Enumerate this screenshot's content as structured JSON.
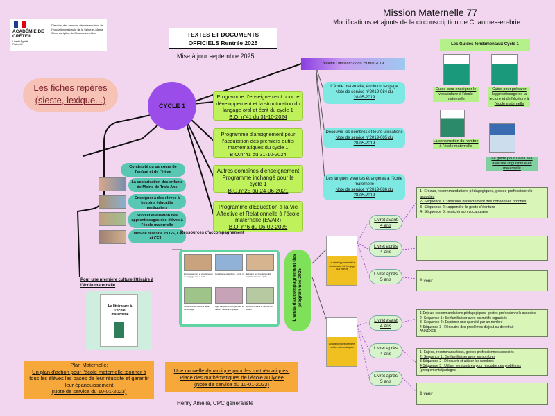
{
  "header": {
    "title": "Mission Maternelle 77",
    "subtitle": "Modifications et ajouts de la circonscription de Chaumes-en-brie"
  },
  "logo": {
    "academie": "ACADÉMIE DE CRÉTEIL",
    "motto": "Liberté Égalité Fraternité",
    "org": "Direction des services départementaux de l'éducation nationale de la Seine-et-Marne Circonscription de Chaumes-en-Brie"
  },
  "docs_title": {
    "line1": "TEXTES ET DOCUMENTS",
    "line2": "OFFICIELS  Rentrée 2025"
  },
  "update_note": "Mise à jour septembre 2025",
  "fiches": {
    "line1": "Les fiches repères",
    "line2": "(sieste, lexique...)"
  },
  "cycle": "CYCLE 1",
  "bulletin": "Bulletin Officiel n°22 du 29 mai 2019",
  "green_boxes": [
    {
      "lines": [
        "Programme d'enseignement pour le",
        "développement et la structuration du",
        "langage oral et écrit du cycle 1",
        "B.O. n°41 du 31-10-2024"
      ]
    },
    {
      "lines": [
        "Programme d'ansignement pour",
        "l'acquisition des premiers outils",
        "mathématiques du cycle 1",
        "B.O.n°41 du 31-10-2024"
      ]
    },
    {
      "lines": [
        "Autres domaines d'enseignement",
        "Programme inchangé pour le cycle 1",
        "B.O.n°25 du 24-06-2021"
      ]
    },
    {
      "lines": [
        "Programme d'Éducation à la Vie",
        "Affective et Relationnelle à l'école",
        "maternelle (EVAR)",
        "B.O. n°6 du 06-02-2025"
      ]
    }
  ],
  "cyan_boxes": [
    {
      "lines": [
        "L'école maternelle, école du langage",
        "Note de service n°2019-084 du",
        "28-05-2019"
      ]
    },
    {
      "lines": [
        "Découvrir les nombres et leurs utilisations",
        "Note de service n°2019-085 du",
        "28-05-2019"
      ]
    },
    {
      "lines": [
        "Les langues vivantes étrangères à l'école",
        "maternelle",
        "Note de service n°2019-086 du",
        "28-05-2019"
      ]
    }
  ],
  "guides": {
    "title": "Les Guides fondamentaux Cycle 1",
    "items": [
      "Guide pour enseigner le vocabulaire à l'école maternelle",
      "Guide pour préparer l'apprentissage de la lecture et de l'écriture à l'école maternelle",
      "La construction du nombre à l'école maternelle",
      "Le guide pour l'éveil à la diversité linguistique en maternelle"
    ]
  },
  "pills": [
    "Continuité du parcours de l'enfant et de l'élève",
    "La scolarisation des enfants de Moins de Trois Ans",
    "Enseigner à des élèves à besoins éducatifs particuliers",
    "Suivi et évaluation des apprentissages des élèves à l'école maternelle",
    "100% de réussite en GS, CP, et CE1..."
  ],
  "ressources": {
    "title": "Ressources d'accompagnement",
    "captions": [
      "Développement et structuration du langage oral et écrit",
      "Graphisme et écriture - cycle 1",
      "Explorer les premiers outils mathématiques - cycle 1",
      "Construire les notions de la technologie",
      "Agir, s'exprimer, comprendre à travers l'activité physique",
      "Découvrir dans le monde du vivant"
    ]
  },
  "litteraire": {
    "title": "Pour une première culture littéraire à l'école maternelle",
    "book": "La littérature à l'école maternelle"
  },
  "livrets_vertical": "Livrets d'accompagnement des programmes 2025",
  "book1": {
    "title": "Le développement et la structuration du langage oral et écrit"
  },
  "book2": {
    "title": "Acquisition des premiers outils mathématiques"
  },
  "livret_ovals": [
    {
      "line1": "Livret avant",
      "line2": "4 ans"
    },
    {
      "line1": "Livret après",
      "line2": "4 ans"
    },
    {
      "line1": "Livret après",
      "line2": "5 ans"
    },
    {
      "line1": "Livret avant",
      "line2": "4 ans"
    },
    {
      "line1": "Livret après",
      "line2": "4 ans"
    },
    {
      "line1": "Livret après",
      "line2": "5 ans"
    }
  ],
  "right_boxes": [
    {
      "lines": [
        "1- Enjeux, recommandations pédagogiques, gestes professionnels associés",
        "2- Séquence 1 : articuler distinctement des consonnes proches",
        "3- Séquence 2 : appendre le geste d'écriture",
        "4- Séquence 3 : enrichir son vocabulaire"
      ]
    },
    {
      "lines": []
    },
    {
      "lines": [
        "À venir"
      ]
    },
    {
      "lines": [
        "1-Enjeux, recommandations pédagogiques, gestes professionnels associés",
        "2- Séquence 1 : Se familiariser avec les motifs organisés",
        "3- Séquence 2 : Exprimer une quantité par un nombre",
        "4-Séquence 3 : Résoudre des problèmes d'ajout ou de retrait",
        "ANNEXES"
      ]
    },
    {
      "lines": [
        "1- Enjeux, recommandations, gestes professionnels associés",
        "2- Séquence 1 : Se familiariser avec les nombres",
        "3-Séquence 2 : Découvrir et utiliser les nombres",
        "4-Séquence 3 : Utiliser les nombres pour résoudre des problèmes (groupements/partages)"
      ]
    },
    {
      "lines": [
        "À venir"
      ]
    }
  ],
  "plan_maternelle": {
    "lines": [
      "Plan Maternelle:",
      "Un plan d'action pour l'école maternelle :donner à",
      "tous les élèves les bases de leur réussite et garantir",
      "leur épanouissement",
      "(Note de service du 10-01-2023)"
    ]
  },
  "plan_maths": {
    "lines": [
      "Une nouvelle dynamique pour les mathématiques.",
      "Place des mathématiques de l'école au lycée",
      "(Note de service du 10-01-2023)"
    ]
  },
  "author": "Henry Amélie, CPC généraliste",
  "colors": {
    "background": "#f2d6f0",
    "cycle_circle": "#9b4dea",
    "green_box": "#bff25a",
    "cyan_box": "#7ee8e3",
    "teal_pill": "#58c8b4",
    "fiches_oval": "#f6c3b6",
    "plan_box": "#f7a83a"
  }
}
